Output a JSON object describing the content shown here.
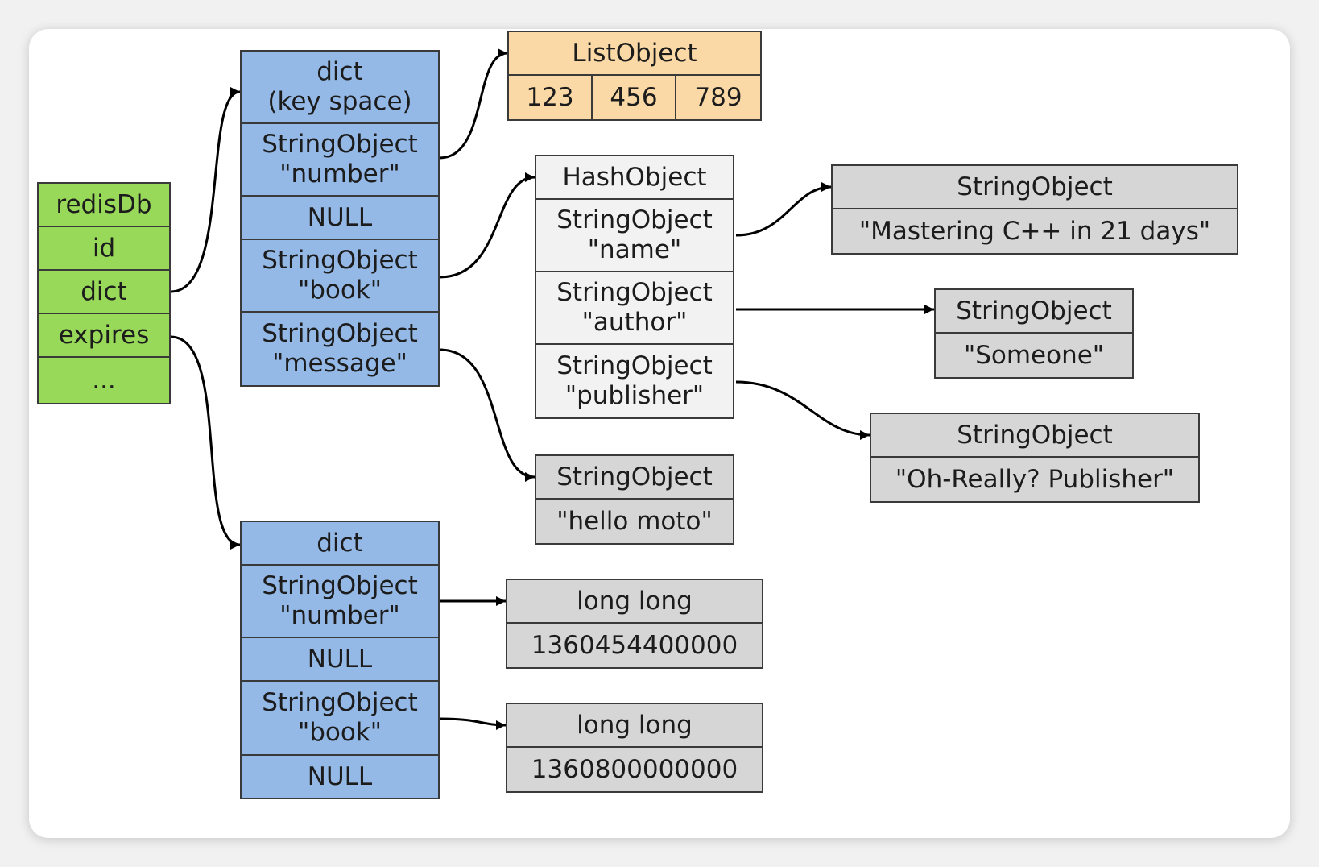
{
  "redisDb": {
    "title": "redisDb",
    "fields": [
      "id",
      "dict",
      "expires",
      "..."
    ]
  },
  "keyspace_dict": {
    "title_line1": "dict",
    "title_line2": "(key space)",
    "entries": [
      {
        "type": "StringObject",
        "key": "\"number\""
      },
      {
        "null": "NULL"
      },
      {
        "type": "StringObject",
        "key": "\"book\""
      },
      {
        "type": "StringObject",
        "key": "\"message\""
      }
    ]
  },
  "list_object": {
    "title": "ListObject",
    "values": [
      "123",
      "456",
      "789"
    ]
  },
  "hash_object": {
    "title": "HashObject",
    "entries": [
      {
        "type": "StringObject",
        "key": "\"name\""
      },
      {
        "type": "StringObject",
        "key": "\"author\""
      },
      {
        "type": "StringObject",
        "key": "\"publisher\""
      }
    ]
  },
  "string_name": {
    "title": "StringObject",
    "value": "\"Mastering C++ in 21 days\""
  },
  "string_author": {
    "title": "StringObject",
    "value": "\"Someone\""
  },
  "string_publisher": {
    "title": "StringObject",
    "value": "\"Oh-Really? Publisher\""
  },
  "string_message": {
    "title": "StringObject",
    "value": "\"hello moto\""
  },
  "expires_dict": {
    "title": "dict",
    "entries": [
      {
        "type": "StringObject",
        "key": "\"number\""
      },
      {
        "null": "NULL"
      },
      {
        "type": "StringObject",
        "key": "\"book\""
      },
      {
        "null": "NULL"
      }
    ]
  },
  "expire_number": {
    "title": "long long",
    "value": "1360454400000"
  },
  "expire_book": {
    "title": "long long",
    "value": "1360800000000"
  },
  "colors": {
    "redisDb": "#98d95a",
    "dict": "#94b9e6",
    "list": "#fad9a6",
    "hash": "#f2f2f2",
    "value": "#d6d6d6",
    "border": "#3a3a3a",
    "edge": "#000000"
  }
}
